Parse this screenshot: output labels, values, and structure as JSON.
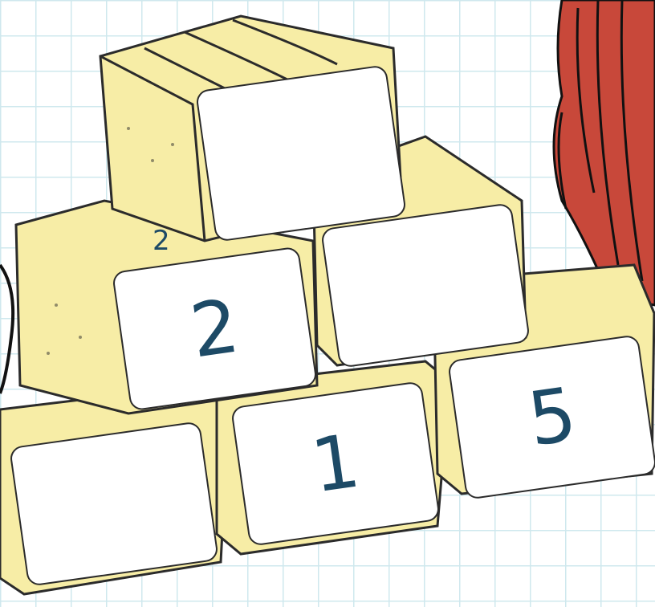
{
  "pyramid": {
    "top": [
      ""
    ],
    "middle": [
      "2",
      ""
    ],
    "bottom": [
      "",
      "1",
      "5"
    ]
  },
  "note": "2",
  "colors": {
    "hay": "#f7eda6",
    "hay_shadow": "#e8d97f",
    "ink": "#1d4a66",
    "grid": "#cfe8ee",
    "hair": "#c8483a"
  },
  "icons": [
    "hay-bale-icon",
    "hair-icon"
  ]
}
